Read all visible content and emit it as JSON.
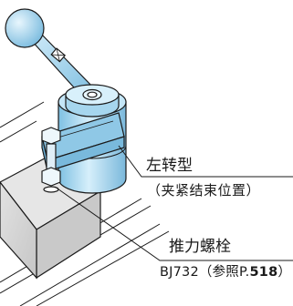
{
  "labels": {
    "clamp_type": "左转型",
    "clamp_type_note": "（夹紧结束位置）",
    "push_bolt": "推力螺栓",
    "push_bolt_ref_prefix": "BJ732（参照P.",
    "push_bolt_ref_page": "518",
    "push_bolt_ref_suffix": "）"
  },
  "colors": {
    "body_blue": "#a8d8ef",
    "body_blue_dark": "#6fb4d8",
    "body_blue_light": "#d8f0fb",
    "line": "#1a1a1a",
    "block_gray": "#d4d4d4"
  }
}
